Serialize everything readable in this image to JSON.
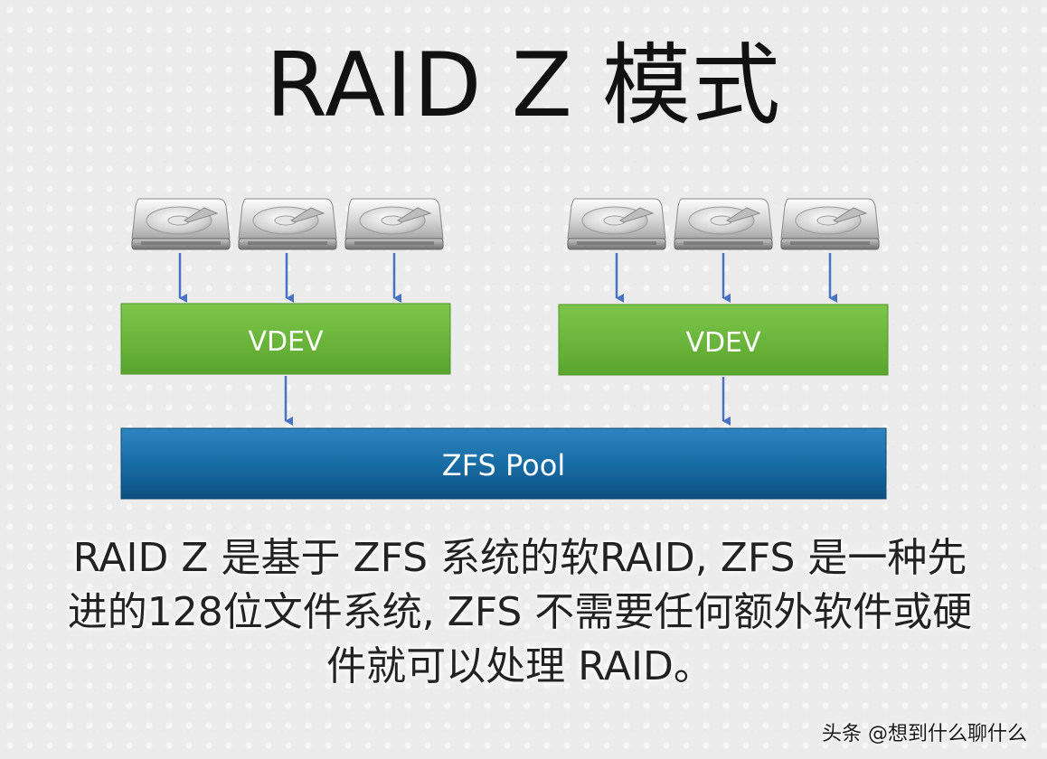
{
  "title": "RAID Z 模式",
  "vdev_label": "VDEV",
  "pool_label": "ZFS Pool",
  "description": "RAID Z 是基于 ZFS 系统的软RAID, ZFS 是一种先进的128位文件系统, ZFS 不需要任何额外软件或硬件就可以处理 RAID。",
  "watermark": "头条 @想到什么聊什么",
  "colors": {
    "vdev_green": "#6cb83a",
    "pool_blue": "#17679e",
    "arrow_blue": "#4a72c4"
  },
  "icons": [
    "hard-disk-icon"
  ]
}
